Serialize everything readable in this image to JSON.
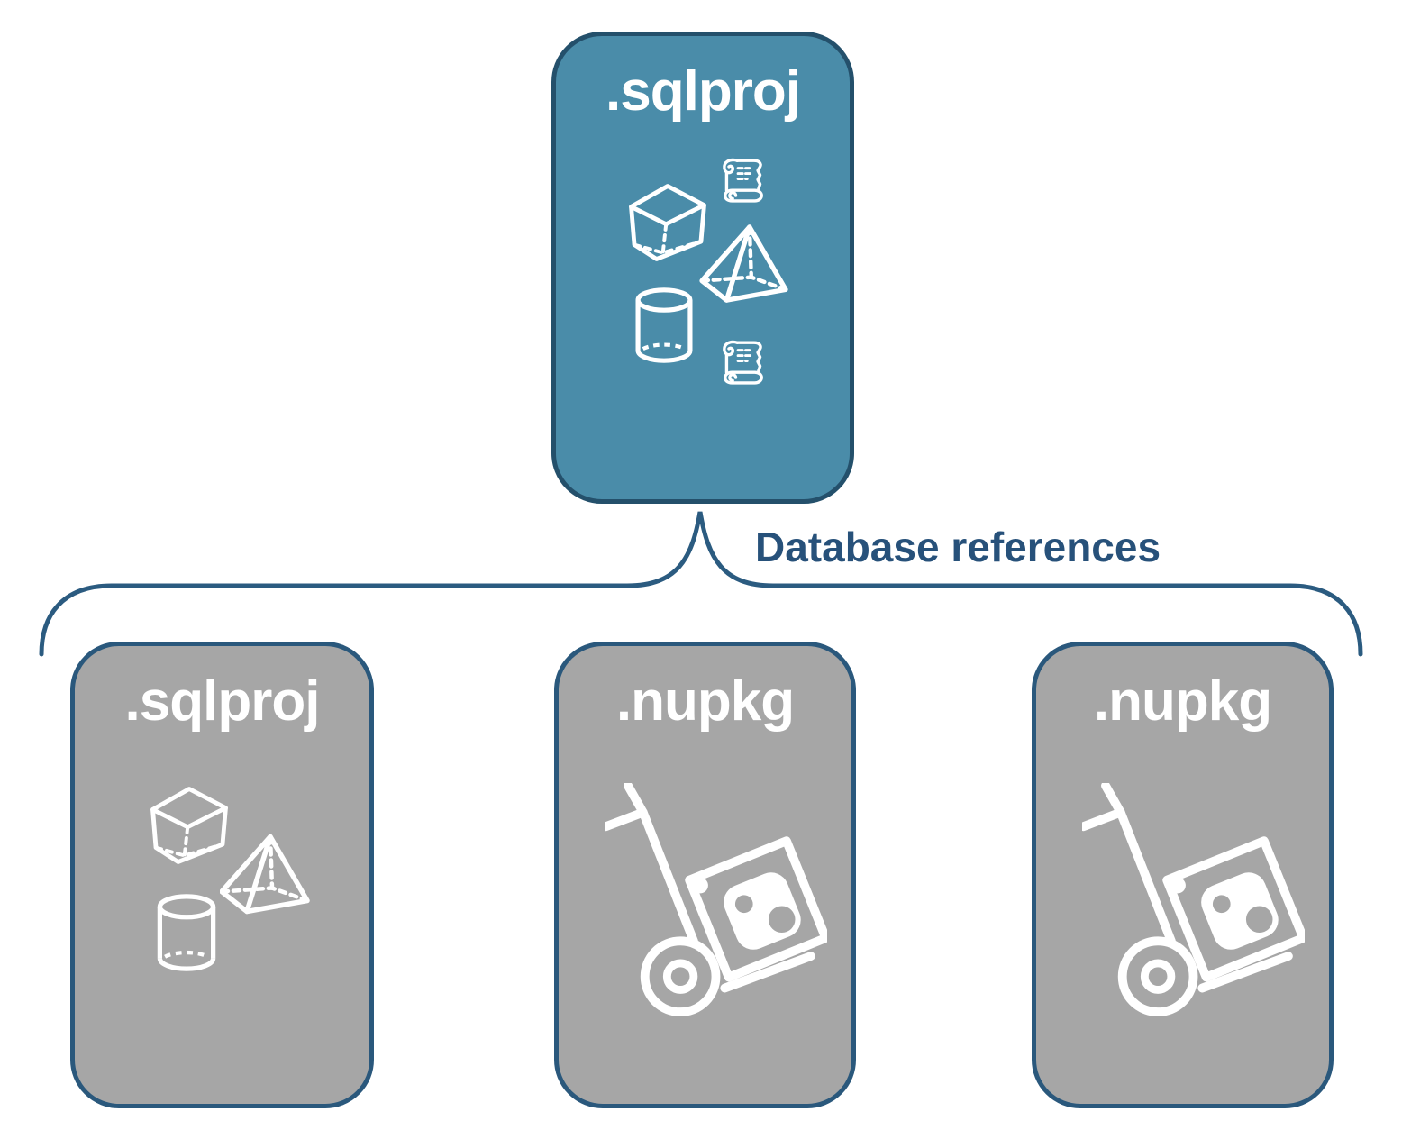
{
  "colors": {
    "teal-fill": "#4A8CA9",
    "teal-border": "#24506B",
    "gray-fill": "#A6A6A6",
    "gray-border": "#2A587C",
    "connector": "#2B5B80",
    "label-text": "#27517A",
    "icon": "#FFFFFF"
  },
  "diagram": {
    "root": {
      "label": ".sqlproj",
      "icons": [
        "scroll-icon",
        "cube-icon",
        "pyramid-icon",
        "cylinder-icon",
        "scroll-icon"
      ]
    },
    "connector_label": "Database references",
    "children": [
      {
        "label": ".sqlproj",
        "icons": [
          "cube-icon",
          "pyramid-icon",
          "cylinder-icon"
        ]
      },
      {
        "label": ".nupkg",
        "icons": [
          "hand-truck-package-icon"
        ]
      },
      {
        "label": ".nupkg",
        "icons": [
          "hand-truck-package-icon"
        ]
      }
    ]
  }
}
